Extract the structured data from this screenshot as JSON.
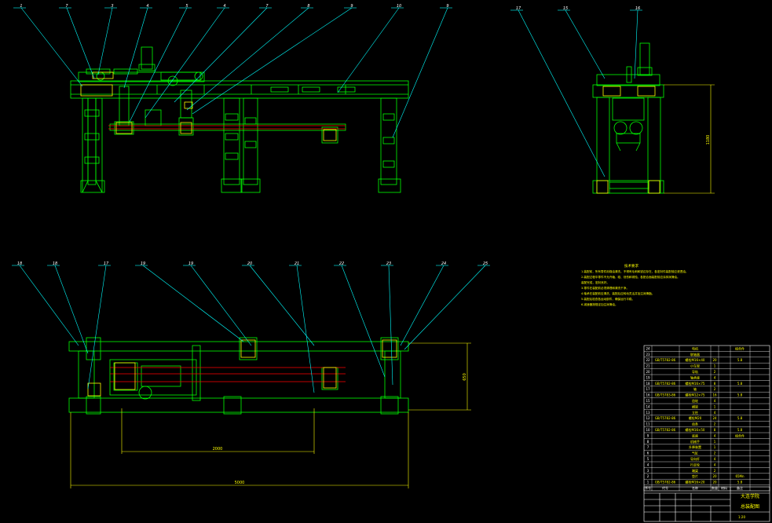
{
  "leaders_top": [
    "1",
    "7",
    "3",
    "4",
    "5",
    "4",
    "7",
    "8",
    "9",
    "10",
    "9",
    "17",
    "15",
    "16"
  ],
  "leaders_bottom": [
    "18",
    "18",
    "17",
    "19",
    "19",
    "20",
    "21",
    "22",
    "23",
    "24",
    "25"
  ],
  "dimensions": {
    "top_right_height": "1180",
    "bottom_height": "650",
    "bottom_inner_width": "2000",
    "bottom_overall_width": "5000"
  },
  "notes": {
    "heading": "技术要求",
    "lines": [
      "1.装配前，所有零件用煤油清洗，不得有毛刺和锐边存在，各密封件装配前应浸透油。",
      "2.装配过程中零件不允许磕、碰、划伤和锈蚀，各配合面装配前应涂抹润滑油。",
      "  装配完成，密封良好。",
      "3.零件在装配前必须清理和清洗干净。",
      "4.轴承在装配前应清洗，装配后应转动灵活并加注润滑脂。",
      "5.装配后检查各运动部件，确保运行平稳。",
      "6.减速器按规定加注润滑油。"
    ]
  },
  "bom": {
    "rows": [
      {
        "no": "24",
        "code": "",
        "name": "电机",
        "qty": "",
        "mat": "",
        "note": "组合件"
      },
      {
        "no": "23",
        "code": "",
        "name": "联轴器",
        "qty": "",
        "mat": "",
        "note": ""
      },
      {
        "no": "22",
        "code": "GB/T5782-86",
        "name": "螺栓M16×40",
        "qty": "20",
        "mat": "",
        "note": "5.8"
      },
      {
        "no": "21",
        "code": "",
        "name": "小车架",
        "qty": "1",
        "mat": "",
        "note": ""
      },
      {
        "no": "20",
        "code": "",
        "name": "导轨",
        "qty": "2",
        "mat": "",
        "note": ""
      },
      {
        "no": "19",
        "code": "",
        "name": "轴承座",
        "qty": "4",
        "mat": "",
        "note": ""
      },
      {
        "no": "18",
        "code": "GB/T5782-86",
        "name": "螺栓M16×75",
        "qty": "8",
        "mat": "",
        "note": "5.8"
      },
      {
        "no": "17",
        "code": "",
        "name": "轴",
        "qty": "2",
        "mat": "",
        "note": ""
      },
      {
        "no": "16",
        "code": "GB/T5783-86",
        "name": "螺栓M12×75",
        "qty": "16",
        "mat": "",
        "note": "5.8"
      },
      {
        "no": "15",
        "code": "",
        "name": "齿轮",
        "qty": "4",
        "mat": "",
        "note": ""
      },
      {
        "no": "14",
        "code": "",
        "name": "横梁",
        "qty": "1",
        "mat": "",
        "note": ""
      },
      {
        "no": "13",
        "code": "",
        "name": "立柱",
        "qty": "4",
        "mat": "",
        "note": ""
      },
      {
        "no": "12",
        "code": "GB/T5782-86",
        "name": "螺栓M20",
        "qty": "24",
        "mat": "",
        "note": "5.8"
      },
      {
        "no": "11",
        "code": "",
        "name": "齿条",
        "qty": "2",
        "mat": "",
        "note": ""
      },
      {
        "no": "10",
        "code": "GB/T5782-86",
        "name": "螺栓M16×50",
        "qty": "8",
        "mat": "",
        "note": "5.8"
      },
      {
        "no": "9",
        "code": "",
        "name": "底座",
        "qty": "4",
        "mat": "",
        "note": "组合件"
      },
      {
        "no": "8",
        "code": "",
        "name": "机械手",
        "qty": "1",
        "mat": "",
        "note": ""
      },
      {
        "no": "7",
        "code": "",
        "name": "升降装置",
        "qty": "1",
        "mat": "",
        "note": ""
      },
      {
        "no": "6",
        "code": "",
        "name": "气缸",
        "qty": "2",
        "mat": "",
        "note": ""
      },
      {
        "no": "5",
        "code": "",
        "name": "导向杆",
        "qty": "4",
        "mat": "",
        "note": ""
      },
      {
        "no": "4",
        "code": "",
        "name": "行走轮",
        "qty": "4",
        "mat": "",
        "note": ""
      },
      {
        "no": "3",
        "code": "",
        "name": "端梁",
        "qty": "2",
        "mat": "",
        "note": ""
      },
      {
        "no": "2",
        "code": "",
        "name": "垫片",
        "qty": "20",
        "mat": "",
        "note": "65Mn"
      },
      {
        "no": "1",
        "code": "GB/T5782-86",
        "name": "螺栓M16×20",
        "qty": "20",
        "mat": "",
        "note": "5.8"
      }
    ],
    "header": {
      "no": "序号",
      "code": "代号",
      "name": "名称",
      "qty": "数量",
      "mat": "材料",
      "note": "备注"
    }
  },
  "title_block": {
    "school": "大连学院",
    "drawing_name": "总装配图",
    "scale": "1:20"
  },
  "colors": {
    "part": "#00ff00",
    "leader": "#00ffff",
    "dimension": "#ffff00",
    "centerline": "#ff0000",
    "text": "#ffffff"
  }
}
